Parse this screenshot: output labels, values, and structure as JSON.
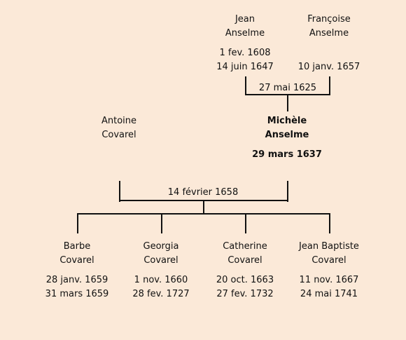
{
  "background": "#fbe9d8",
  "people": {
    "jean": {
      "first": "Jean",
      "last": "Anselme",
      "birth": "1 fev. 1608",
      "death": "14 juin 1647"
    },
    "francoise": {
      "first": "Françoise",
      "last": "Anselme",
      "death": "10 janv. 1657"
    },
    "antoine": {
      "first": "Antoine",
      "last": "Covarel"
    },
    "michele": {
      "first": "Michèle",
      "last": "Anselme",
      "birth": "29 mars 1637"
    },
    "barbe": {
      "first": "Barbe",
      "last": "Covarel",
      "birth": "28 janv. 1659",
      "death": "31 mars 1659"
    },
    "georgia": {
      "first": "Georgia",
      "last": "Covarel",
      "birth": "1 nov. 1660",
      "death": "28 fev. 1727"
    },
    "catherine": {
      "first": "Catherine",
      "last": "Covarel",
      "birth": "20 oct. 1663",
      "death": "27 fev. 1732"
    },
    "jeanbaptiste": {
      "first": "Jean Baptiste",
      "last": "Covarel",
      "birth": "11 nov. 1667",
      "death": "24 mai 1741"
    }
  },
  "marriages": {
    "jean_francoise": "27 mai 1625",
    "antoine_michele": "14 février 1658"
  }
}
